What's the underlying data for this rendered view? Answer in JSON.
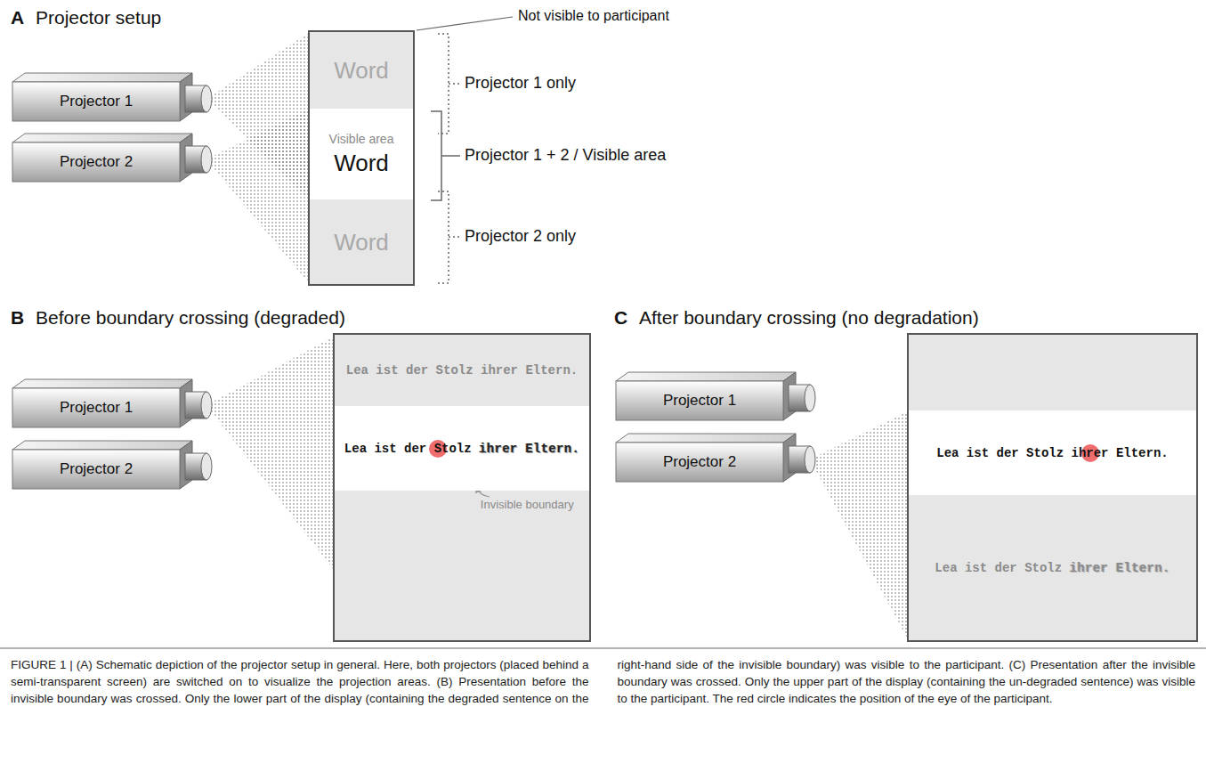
{
  "diagram": {
    "caption": "FIGURE 1 | (A) Schematic depiction of the projector setup in general. Here, both projectors (placed behind a semi-transparent screen) are switched on to visualize the projection areas. (B) Presentation before the invisible boundary was crossed. Only the lower part of the display (containing the degraded sentence on the right-hand side of the invisible boundary) was visible to the participant. (C) Presentation after the invisible boundary was crossed. Only the upper part of the display (containing the un-degraded sentence) was visible to the participant. The red circle indicates the position of the eye of the participant.",
    "nodes": [
      {
        "text": [
          "Projector 1"
        ]
      },
      {
        "text": [
          "Projector 2"
        ]
      },
      {
        "text": [
          "Word"
        ]
      },
      {
        "text": [
          "Visible area",
          "Word"
        ]
      },
      {
        "text": [
          "Word"
        ]
      },
      {
        "text": [
          "Projector 1"
        ]
      },
      {
        "text": [
          "Projector 2"
        ]
      },
      {
        "text": [
          "Lea ist der Stolz ihrer Eltern."
        ]
      },
      {
        "text": [
          "Lea ist der Stolz",
          "ihrer Eltern."
        ]
      },
      {
        "text": [
          "Projector 1"
        ]
      },
      {
        "text": [
          "Projector 2"
        ]
      },
      {
        "text": [
          "Lea ist der Stolz ihrer Eltern."
        ]
      },
      {
        "text": [
          "Lea ist der Stolz",
          "ihrer Eltern."
        ]
      }
    ],
    "labels": [
      "A",
      "Projector setup",
      "Not visible to participant",
      "Projector 1 only",
      "Projector 1 + 2 / Visible area",
      "Projector 2 only",
      "B",
      "Before boundary crossing (degraded)",
      "Invisible boundary",
      "C",
      "After boundary crossing (no degradation)"
    ]
  }
}
